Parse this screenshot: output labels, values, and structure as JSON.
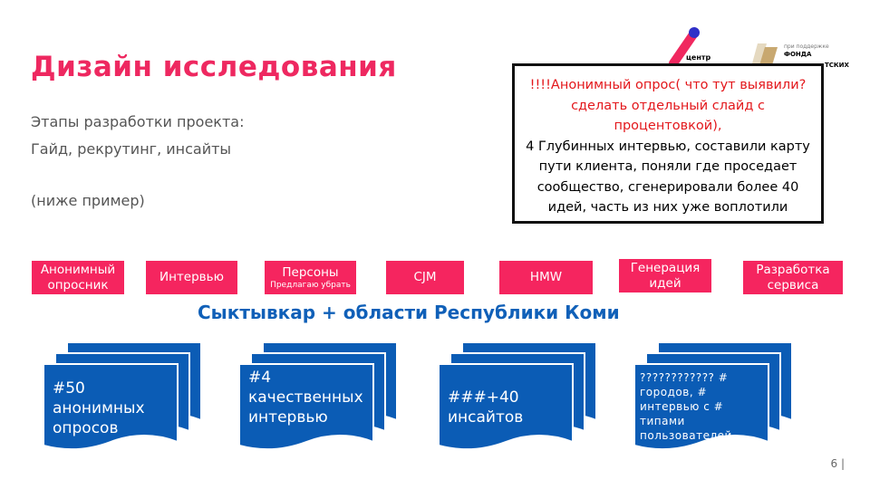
{
  "title": "Дизайн исследования",
  "subtitle_lines": [
    "Этапы разработки проекта:",
    "Гайд, рекрутинг, инсайты",
    "(ниже пример)"
  ],
  "logos": {
    "left_text": "центр",
    "right_text_1": "при поддержке",
    "right_text_2": "ФОНДА",
    "right_text_3": "ТСКИХ"
  },
  "note": {
    "red_lines": [
      "!!!!Анонимный опрос( что тут выявили?",
      "сделать отдельный слайд с",
      "процентовкой),"
    ],
    "black_lines": [
      "4 Глубинных интервью, составили карту",
      "пути клиента, поняли где проседает",
      "сообщество, сгенерировали более 40",
      "идей, часть из них уже воплотили"
    ]
  },
  "stages": [
    {
      "label": "Анонимный опросник",
      "sub": ""
    },
    {
      "label": "Интервью",
      "sub": ""
    },
    {
      "label": "Персоны",
      "sub": "Предлагаю убрать"
    },
    {
      "label": "CJM",
      "sub": ""
    },
    {
      "label": "HMW",
      "sub": ""
    },
    {
      "label": "Генерация идей",
      "sub": ""
    },
    {
      "label": "Разработка сервиса",
      "sub": ""
    }
  ],
  "region": "Сыктывкар + области Республики Коми",
  "docs": [
    {
      "text": "#50 анонимных опросов"
    },
    {
      "text": "#4 качественных интервью"
    },
    {
      "text": "###+40 инсайтов"
    },
    {
      "text": "???????????? # городов, # интервью с # типами пользователей"
    }
  ],
  "page_number": "6 |",
  "colors": {
    "accent": "#ee2860",
    "blue": "#0b5cb5",
    "note_red": "#e3171b"
  }
}
